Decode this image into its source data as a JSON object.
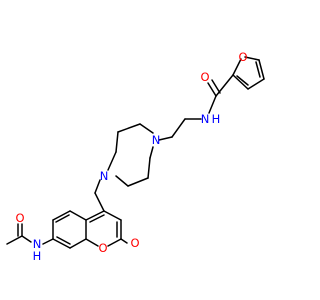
{
  "molecule": {
    "atom_labels": {
      "amide_o_top": "O",
      "amide_nh_top": "N",
      "amide_nh_top_h": "H",
      "furan_o": "O",
      "piperazine_n_upper": "N",
      "piperazine_n_lower": "N",
      "lactone_carbonyl_o": "O",
      "ring_o": "O",
      "acetamide_o": "O",
      "acetamide_nh": "N",
      "acetamide_nh_h": "H"
    },
    "colors": {
      "bond": "#000000",
      "oxygen": "#ff0000",
      "nitrogen": "#0000ff",
      "background": "#ffffff"
    }
  }
}
